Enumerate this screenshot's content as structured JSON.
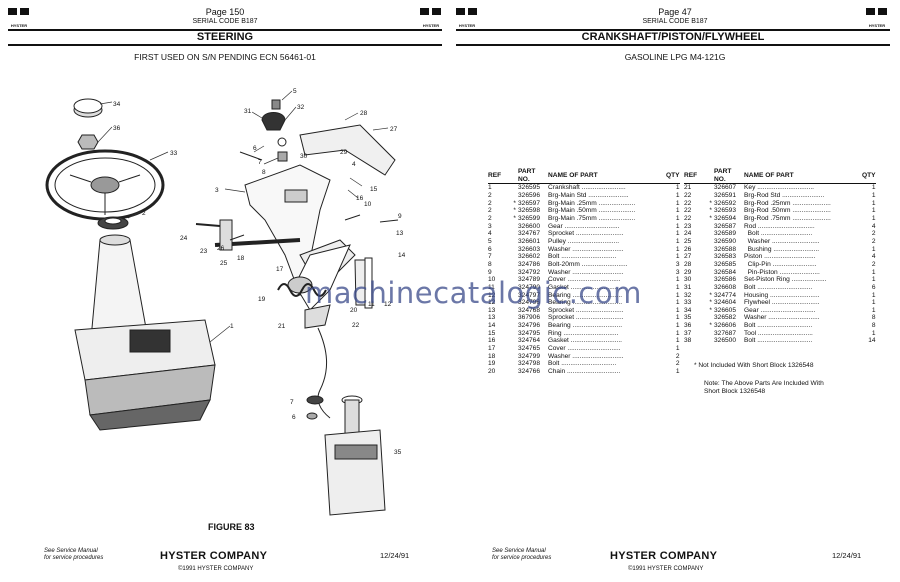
{
  "left_page": {
    "page_number": "Page 150",
    "serial_code": "SERIAL CODE B187",
    "section_title": "STEERING",
    "subtitle": "FIRST USED ON S/N PENDING ECN 56461-01",
    "figure_label": "FIGURE 83",
    "callouts": [
      "1",
      "2",
      "3",
      "4",
      "5",
      "6",
      "7",
      "8",
      "9",
      "10",
      "11",
      "12",
      "13",
      "14",
      "15",
      "16",
      "17",
      "18",
      "19",
      "20",
      "21",
      "22",
      "23",
      "24",
      "25",
      "26",
      "27",
      "28",
      "29",
      "30",
      "31",
      "32",
      "33",
      "34",
      "35",
      "36"
    ],
    "footer_note_line1": "See Service Manual",
    "footer_note_line2": "for service procedures",
    "company": "HYSTER COMPANY",
    "date": "12/24/91",
    "copyright": "©1991 HYSTER COMPANY"
  },
  "right_page": {
    "page_number": "Page 47",
    "serial_code": "SERIAL CODE B187",
    "section_title": "CRANKSHAFT/PISTON/FLYWHEEL",
    "subtitle": "GASOLINE LPG M4-121G",
    "table_headers": {
      "ref": "REF",
      "part_no": "PART NO.",
      "name": "NAME OF PART",
      "qty": "QTY"
    },
    "parts_left": [
      {
        "ref": "1",
        "star": "",
        "part": "326595",
        "name": "Crankshaft",
        "qty": "1"
      },
      {
        "ref": "2",
        "star": "",
        "part": "326596",
        "name": "Brg-Main Std",
        "qty": "1"
      },
      {
        "ref": "2",
        "star": "*",
        "part": "326597",
        "name": "Brg-Main .25mm",
        "qty": "1"
      },
      {
        "ref": "2",
        "star": "*",
        "part": "326598",
        "name": "Brg-Main .50mm",
        "qty": "1"
      },
      {
        "ref": "2",
        "star": "*",
        "part": "326599",
        "name": "Brg-Main .75mm",
        "qty": "1"
      },
      {
        "ref": "3",
        "star": "",
        "part": "326600",
        "name": "Gear",
        "qty": "1"
      },
      {
        "ref": "4",
        "star": "",
        "part": "324767",
        "name": "Sprocket",
        "qty": "1"
      },
      {
        "ref": "5",
        "star": "",
        "part": "326601",
        "name": "Pulley",
        "qty": "1"
      },
      {
        "ref": "6",
        "star": "",
        "part": "326603",
        "name": "Washer",
        "qty": "1"
      },
      {
        "ref": "7",
        "star": "",
        "part": "326602",
        "name": "Bolt",
        "qty": "1"
      },
      {
        "ref": "8",
        "star": "",
        "part": "324786",
        "name": "Bolt-20mm",
        "qty": "3"
      },
      {
        "ref": "9",
        "star": "",
        "part": "324792",
        "name": "Washer",
        "qty": "3"
      },
      {
        "ref": "10",
        "star": "",
        "part": "324789",
        "name": "Cover",
        "qty": "1"
      },
      {
        "ref": "11",
        "star": "",
        "part": "324790",
        "name": "Gasket",
        "qty": "1"
      },
      {
        "ref": "12",
        "star": "",
        "part": "324797",
        "name": "Bearing",
        "qty": "1"
      },
      {
        "ref": "12",
        "star": "",
        "part": "324796",
        "name": "Bearing",
        "qty": "1"
      },
      {
        "ref": "13",
        "star": "",
        "part": "324768",
        "name": "Sprocket",
        "qty": "1"
      },
      {
        "ref": "13",
        "star": "",
        "part": "367906",
        "name": "Sprocket",
        "qty": "1"
      },
      {
        "ref": "14",
        "star": "",
        "part": "324796",
        "name": "Bearing",
        "qty": "1"
      },
      {
        "ref": "15",
        "star": "",
        "part": "324795",
        "name": "Ring",
        "qty": "1"
      },
      {
        "ref": "16",
        "star": "",
        "part": "324764",
        "name": "Gasket",
        "qty": "1"
      },
      {
        "ref": "17",
        "star": "",
        "part": "324765",
        "name": "Cover",
        "qty": "1"
      },
      {
        "ref": "18",
        "star": "",
        "part": "324799",
        "name": "Washer",
        "qty": "2"
      },
      {
        "ref": "19",
        "star": "",
        "part": "324798",
        "name": "Bolt",
        "qty": "2"
      },
      {
        "ref": "20",
        "star": "",
        "part": "324766",
        "name": "Chain",
        "qty": "1"
      }
    ],
    "parts_right": [
      {
        "ref": "21",
        "star": "",
        "part": "326607",
        "name": "Key",
        "qty": "1"
      },
      {
        "ref": "22",
        "star": "",
        "part": "326591",
        "name": "Brg-Rod Std",
        "qty": "1"
      },
      {
        "ref": "22",
        "star": "*",
        "part": "326592",
        "name": "Brg-Rod .25mm",
        "qty": "1"
      },
      {
        "ref": "22",
        "star": "*",
        "part": "326593",
        "name": "Brg-Rod .50mm",
        "qty": "1"
      },
      {
        "ref": "22",
        "star": "*",
        "part": "326594",
        "name": "Brg-Rod .75mm",
        "qty": "1"
      },
      {
        "ref": "23",
        "star": "",
        "part": "326587",
        "name": "Rod",
        "qty": "4"
      },
      {
        "ref": "24",
        "star": "",
        "part": "326589",
        "name": "  Bolt",
        "qty": "2"
      },
      {
        "ref": "25",
        "star": "",
        "part": "326590",
        "name": "  Washer",
        "qty": "2"
      },
      {
        "ref": "26",
        "star": "",
        "part": "326588",
        "name": "  Bushing",
        "qty": "1"
      },
      {
        "ref": "27",
        "star": "",
        "part": "326583",
        "name": "Piston",
        "qty": "4"
      },
      {
        "ref": "28",
        "star": "",
        "part": "326585",
        "name": "  Clip-Pin",
        "qty": "2"
      },
      {
        "ref": "29",
        "star": "",
        "part": "326584",
        "name": "  Pin-Piston",
        "qty": "1"
      },
      {
        "ref": "30",
        "star": "",
        "part": "326586",
        "name": "Set-Piston Ring",
        "qty": "1"
      },
      {
        "ref": "31",
        "star": "",
        "part": "326608",
        "name": "Bolt",
        "qty": "6"
      },
      {
        "ref": "32",
        "star": "*",
        "part": "324774",
        "name": "Housing",
        "qty": "1"
      },
      {
        "ref": "33",
        "star": "*",
        "part": "324604",
        "name": "Flywheel",
        "qty": "1"
      },
      {
        "ref": "34",
        "star": "*",
        "part": "326605",
        "name": "Gear",
        "qty": "1"
      },
      {
        "ref": "35",
        "star": "",
        "part": "326582",
        "name": "Washer",
        "qty": "8"
      },
      {
        "ref": "36",
        "star": "*",
        "part": "326606",
        "name": "Bolt",
        "qty": "8"
      },
      {
        "ref": "37",
        "star": "",
        "part": "327687",
        "name": "Tool",
        "qty": "1"
      },
      {
        "ref": "38",
        "star": "",
        "part": "326500",
        "name": "Bolt",
        "qty": "14"
      }
    ],
    "note1": "*  Not Included With Short Block 1326548",
    "note2_line1": "Note: The Above Parts Are Included With",
    "note2_line2": "Short Block 1326548",
    "footer_note_line1": "See Service Manual",
    "footer_note_line2": "for service procedures",
    "company": "HYSTER COMPANY",
    "date": "12/24/91",
    "copyright": "©1991 HYSTER COMPANY"
  },
  "watermark": "machinecatalogic.com",
  "logo_text": "HYSTER"
}
